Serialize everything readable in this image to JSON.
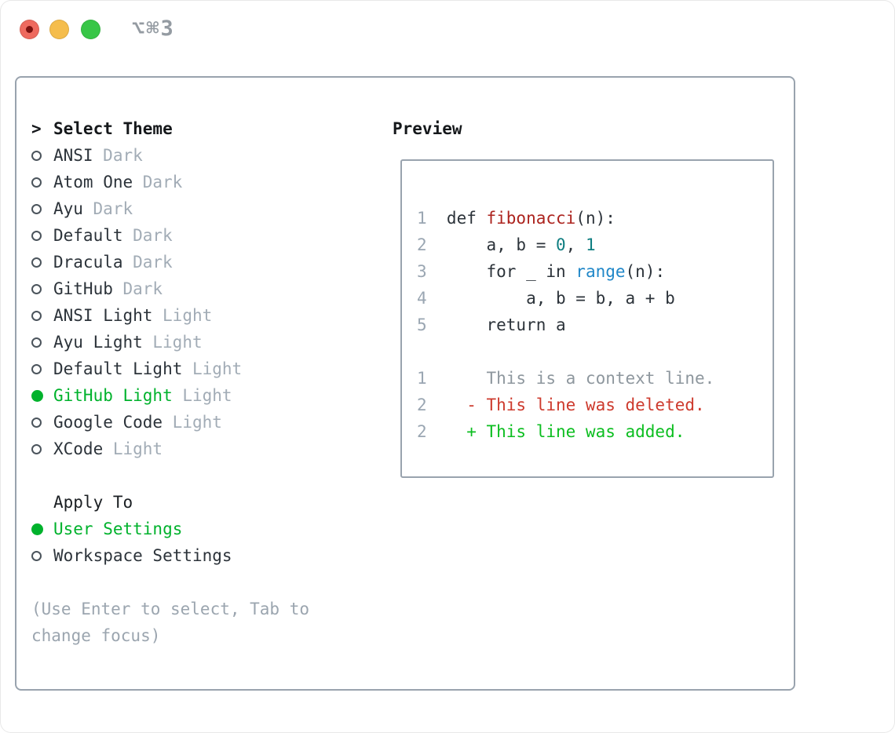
{
  "titlebar": {
    "shortcut": "⌥⌘3",
    "icons": [
      "close-circle",
      "minimize-circle",
      "zoom-circle"
    ]
  },
  "theme_list": {
    "caret": ">",
    "header": "Select Theme",
    "items": [
      {
        "name": "ANSI",
        "variant": "Dark",
        "selected": false
      },
      {
        "name": "Atom One",
        "variant": "Dark",
        "selected": false
      },
      {
        "name": "Ayu",
        "variant": "Dark",
        "selected": false
      },
      {
        "name": "Default",
        "variant": "Dark",
        "selected": false
      },
      {
        "name": "Dracula",
        "variant": "Dark",
        "selected": false
      },
      {
        "name": "GitHub",
        "variant": "Dark",
        "selected": false
      },
      {
        "name": "ANSI Light",
        "variant": "Light",
        "selected": false
      },
      {
        "name": "Ayu Light",
        "variant": "Light",
        "selected": false
      },
      {
        "name": "Default Light",
        "variant": "Light",
        "selected": false
      },
      {
        "name": "GitHub Light",
        "variant": "Light",
        "selected": true
      },
      {
        "name": "Google Code",
        "variant": "Light",
        "selected": false
      },
      {
        "name": "XCode",
        "variant": "Light",
        "selected": false
      }
    ]
  },
  "apply_to": {
    "header": "Apply To",
    "options": [
      {
        "label": "User Settings",
        "selected": true
      },
      {
        "label": "Workspace Settings",
        "selected": false
      }
    ]
  },
  "hint": {
    "line1": "(Use Enter to select, Tab to",
    "line2": "change focus)"
  },
  "preview": {
    "title": "Preview",
    "code_lines": [
      {
        "num": "1",
        "segments": [
          {
            "text": "def ",
            "style": "plain"
          },
          {
            "text": "fibonacci",
            "style": "fn"
          },
          {
            "text": "(n):",
            "style": "plain"
          }
        ]
      },
      {
        "num": "2",
        "segments": [
          {
            "text": "    a, b = ",
            "style": "plain"
          },
          {
            "text": "0",
            "style": "num"
          },
          {
            "text": ", ",
            "style": "plain"
          },
          {
            "text": "1",
            "style": "num"
          }
        ]
      },
      {
        "num": "3",
        "segments": [
          {
            "text": "    for _ in ",
            "style": "plain"
          },
          {
            "text": "range",
            "style": "builtin"
          },
          {
            "text": "(n):",
            "style": "plain"
          }
        ]
      },
      {
        "num": "4",
        "segments": [
          {
            "text": "        a, b = b, a + b",
            "style": "plain"
          }
        ]
      },
      {
        "num": "5",
        "segments": [
          {
            "text": "    return a",
            "style": "plain"
          }
        ]
      }
    ],
    "diff_lines": [
      {
        "num": "1",
        "segments": [
          {
            "text": "    This is a context line.",
            "style": "ctx"
          }
        ]
      },
      {
        "num": "2",
        "segments": [
          {
            "text": "  - This line was deleted.",
            "style": "del"
          }
        ]
      },
      {
        "num": "2",
        "segments": [
          {
            "text": "  + This line was added.",
            "style": "add"
          }
        ]
      }
    ]
  },
  "colors": {
    "selected_green": "#00b22c",
    "added_green": "#0cbe20",
    "deleted_red": "#cd3a2d",
    "function_red": "#ac231e",
    "number_teal": "#0f7e81",
    "builtin_blue": "#2087c8",
    "muted_tag": "#a2acb6",
    "hint_gray": "#9ba5af",
    "line_number_gray": "#9aa6b2",
    "border_gray": "#99a3ae",
    "traffic_red": "#ee6a5f",
    "traffic_yellow": "#f5bd4c",
    "traffic_green": "#38c647"
  }
}
